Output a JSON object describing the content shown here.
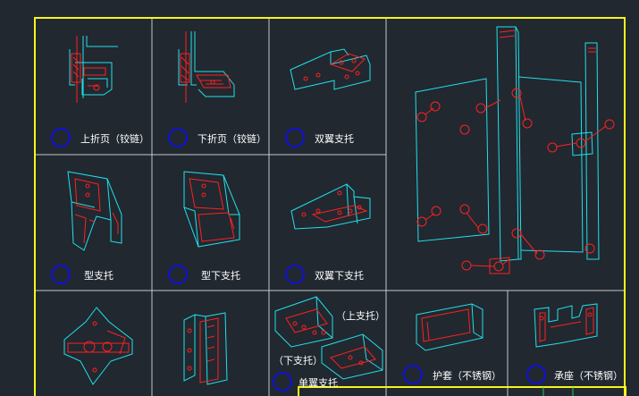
{
  "drawing": {
    "frame_color": "#f5f51e",
    "grid_color": "#c8c8c8",
    "part_color": "#22e0e8",
    "detail_color": "#ff2020",
    "marker_color": "#1010d8",
    "background": "#212830"
  },
  "cells": [
    {
      "id": "upper-fold-hinge",
      "label": "上折页（铰链）"
    },
    {
      "id": "lower-fold-hinge",
      "label": "下折页（铰链）"
    },
    {
      "id": "double-ear-bracket",
      "label": "双翼支托"
    },
    {
      "id": "type-bracket",
      "label": "型支托"
    },
    {
      "id": "type-lower-bracket",
      "label": "型下支托"
    },
    {
      "id": "double-ear-lower-bracket",
      "label": "双翼下支托"
    },
    {
      "id": "protective-cover",
      "label": "护套（不锈钢）"
    },
    {
      "id": "bearing-seat",
      "label": "承座（不锈钢）"
    }
  ],
  "single_ear": {
    "upper_label": "（上支托）",
    "lower_label": "（下支托）",
    "label": "单翼支托"
  }
}
